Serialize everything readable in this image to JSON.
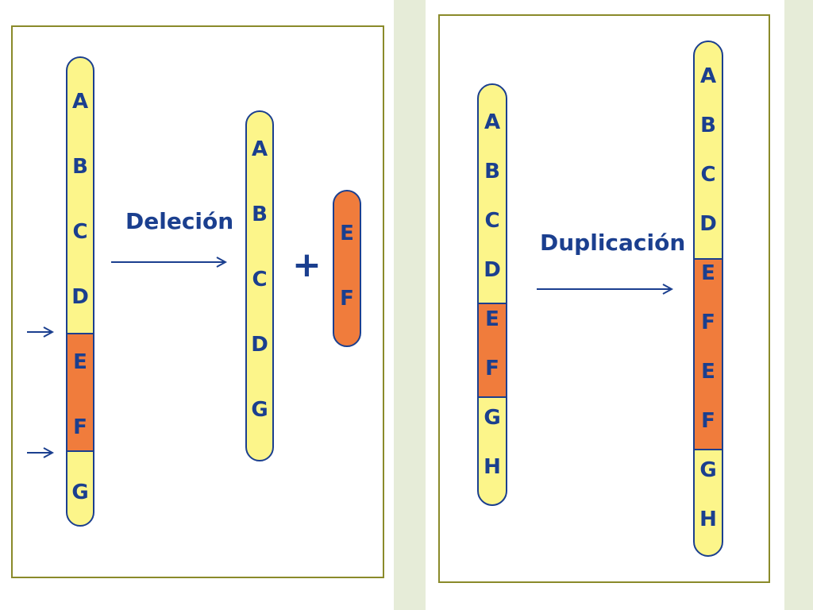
{
  "colors": {
    "page_bg": "#ffffff",
    "side_bg": "#e6ecd8",
    "panel_border": "#8a8a2a",
    "normal_segment": "#fcf58a",
    "affected_segment": "#f07c3c",
    "outline": "#1b3f8f",
    "text": "#1b3f8f"
  },
  "deletion": {
    "label": "Deleción",
    "plus_sign": "+",
    "original": [
      "A",
      "B",
      "C",
      "D",
      "E",
      "F",
      "G"
    ],
    "original_affected": [
      "E",
      "F"
    ],
    "result": [
      "A",
      "B",
      "C",
      "D",
      "G"
    ],
    "fragment": [
      "E",
      "F"
    ]
  },
  "duplication": {
    "label": "Duplicación",
    "original": [
      "A",
      "B",
      "C",
      "D",
      "E",
      "F",
      "G",
      "H"
    ],
    "original_affected": [
      "E",
      "F"
    ],
    "result": [
      "A",
      "B",
      "C",
      "D",
      "E",
      "F",
      "E",
      "F",
      "G",
      "H"
    ],
    "result_affected": [
      "E",
      "F",
      "E",
      "F"
    ]
  }
}
